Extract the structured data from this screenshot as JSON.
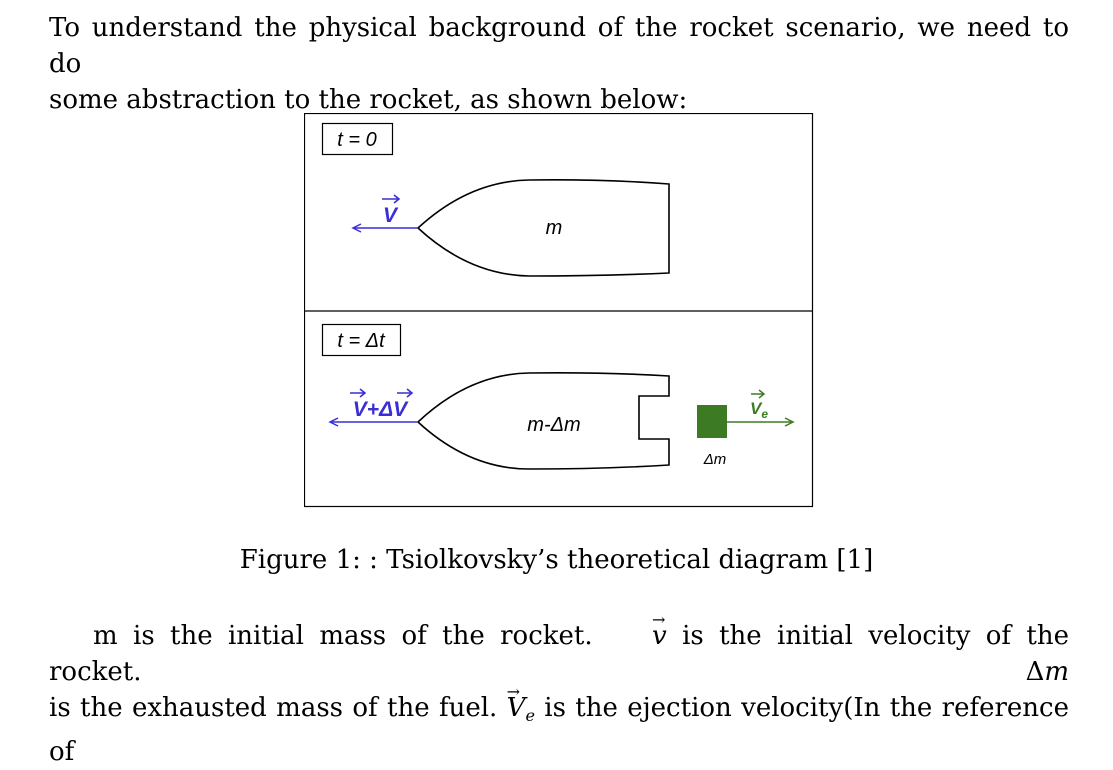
{
  "intro": {
    "line1": "To understand the physical background of the rocket scenario, we need to do",
    "line2": "some abstraction to the rocket, as shown below:"
  },
  "figure": {
    "panel_top": {
      "time_label": "t = 0",
      "velocity_label": "V",
      "mass_label": "m"
    },
    "panel_bottom": {
      "time_label": "t = Δt",
      "velocity_label": "V+ΔV",
      "mass_label": "m-Δm",
      "exhaust_mass_label": "Δm",
      "exhaust_velocity_label": "V",
      "exhaust_velocity_subscript": "e"
    },
    "colors": {
      "velocity": "#3a2fd6",
      "exhaust": "#3d7a24",
      "frame": "#000000"
    }
  },
  "caption": {
    "text": "Figure 1: : Tsiolkovsky’s theoretical diagram [1]"
  },
  "body": {
    "seg1": "m is the initial mass of the rocket.",
    "v_symbol": "v",
    "seg2": "is the initial velocity of the rocket.",
    "dm_symbol": "Δ",
    "dm_var": "m",
    "seg3": "is the exhausted mass of the fuel.",
    "ve_symbol": "V",
    "ve_sub": "e",
    "seg4": "is the ejection velocity(In the reference of"
  }
}
